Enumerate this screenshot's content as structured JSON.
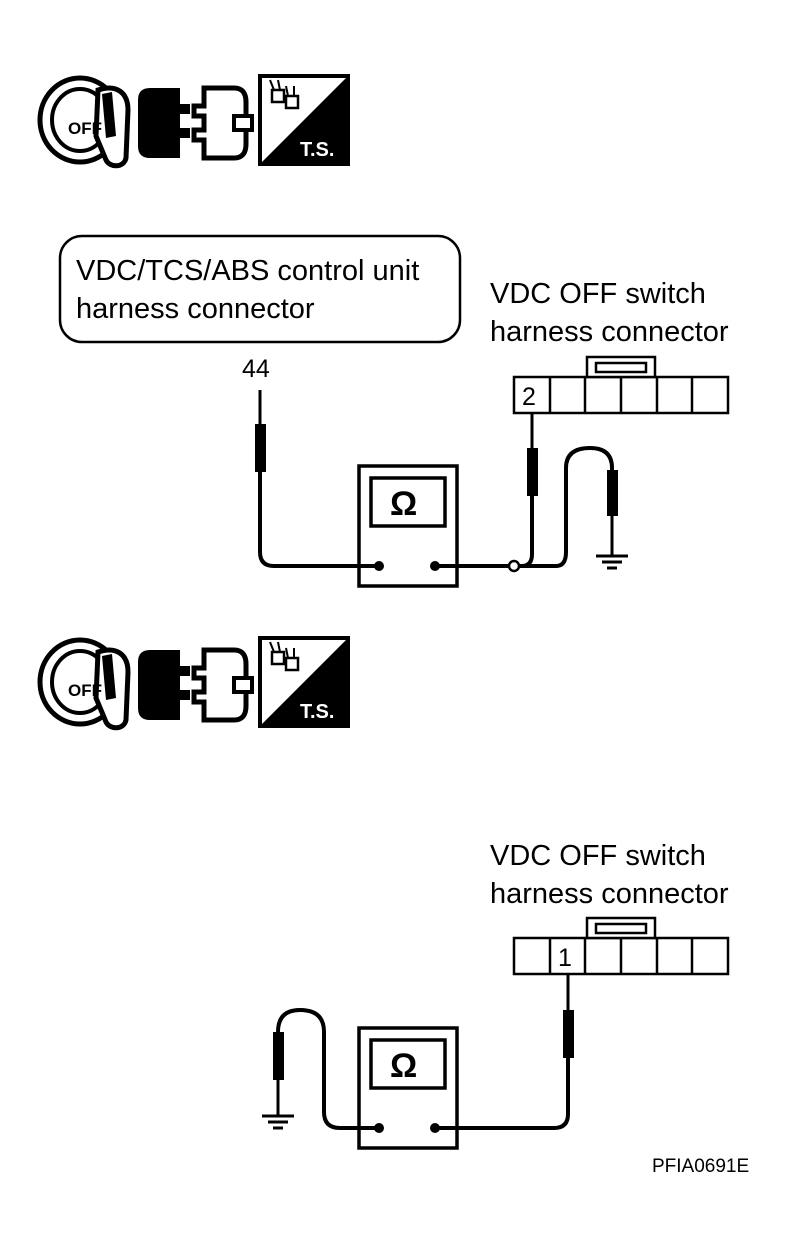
{
  "figure_code": "PFIA0691E",
  "icons": {
    "ignition_key_text": "OFF",
    "test_symbol_text": "T.S.",
    "ignition_key_icon": "ignition-off-key-icon",
    "disconnect_icon": "connector-disconnect-icon",
    "test_symbol_icon": "harness-test-symbol-icon"
  },
  "diagram_1": {
    "control_unit_label_line1": "VDC/TCS/ABS control unit",
    "control_unit_label_line2": "harness connector",
    "control_unit_terminal": "44",
    "switch_label_line1": "VDC OFF switch",
    "switch_label_line2": "harness connector",
    "switch_terminal": "2",
    "meter_symbol": "Ω"
  },
  "diagram_2": {
    "switch_label_line1": "VDC OFF switch",
    "switch_label_line2": "harness connector",
    "switch_terminal": "1",
    "meter_symbol": "Ω"
  }
}
